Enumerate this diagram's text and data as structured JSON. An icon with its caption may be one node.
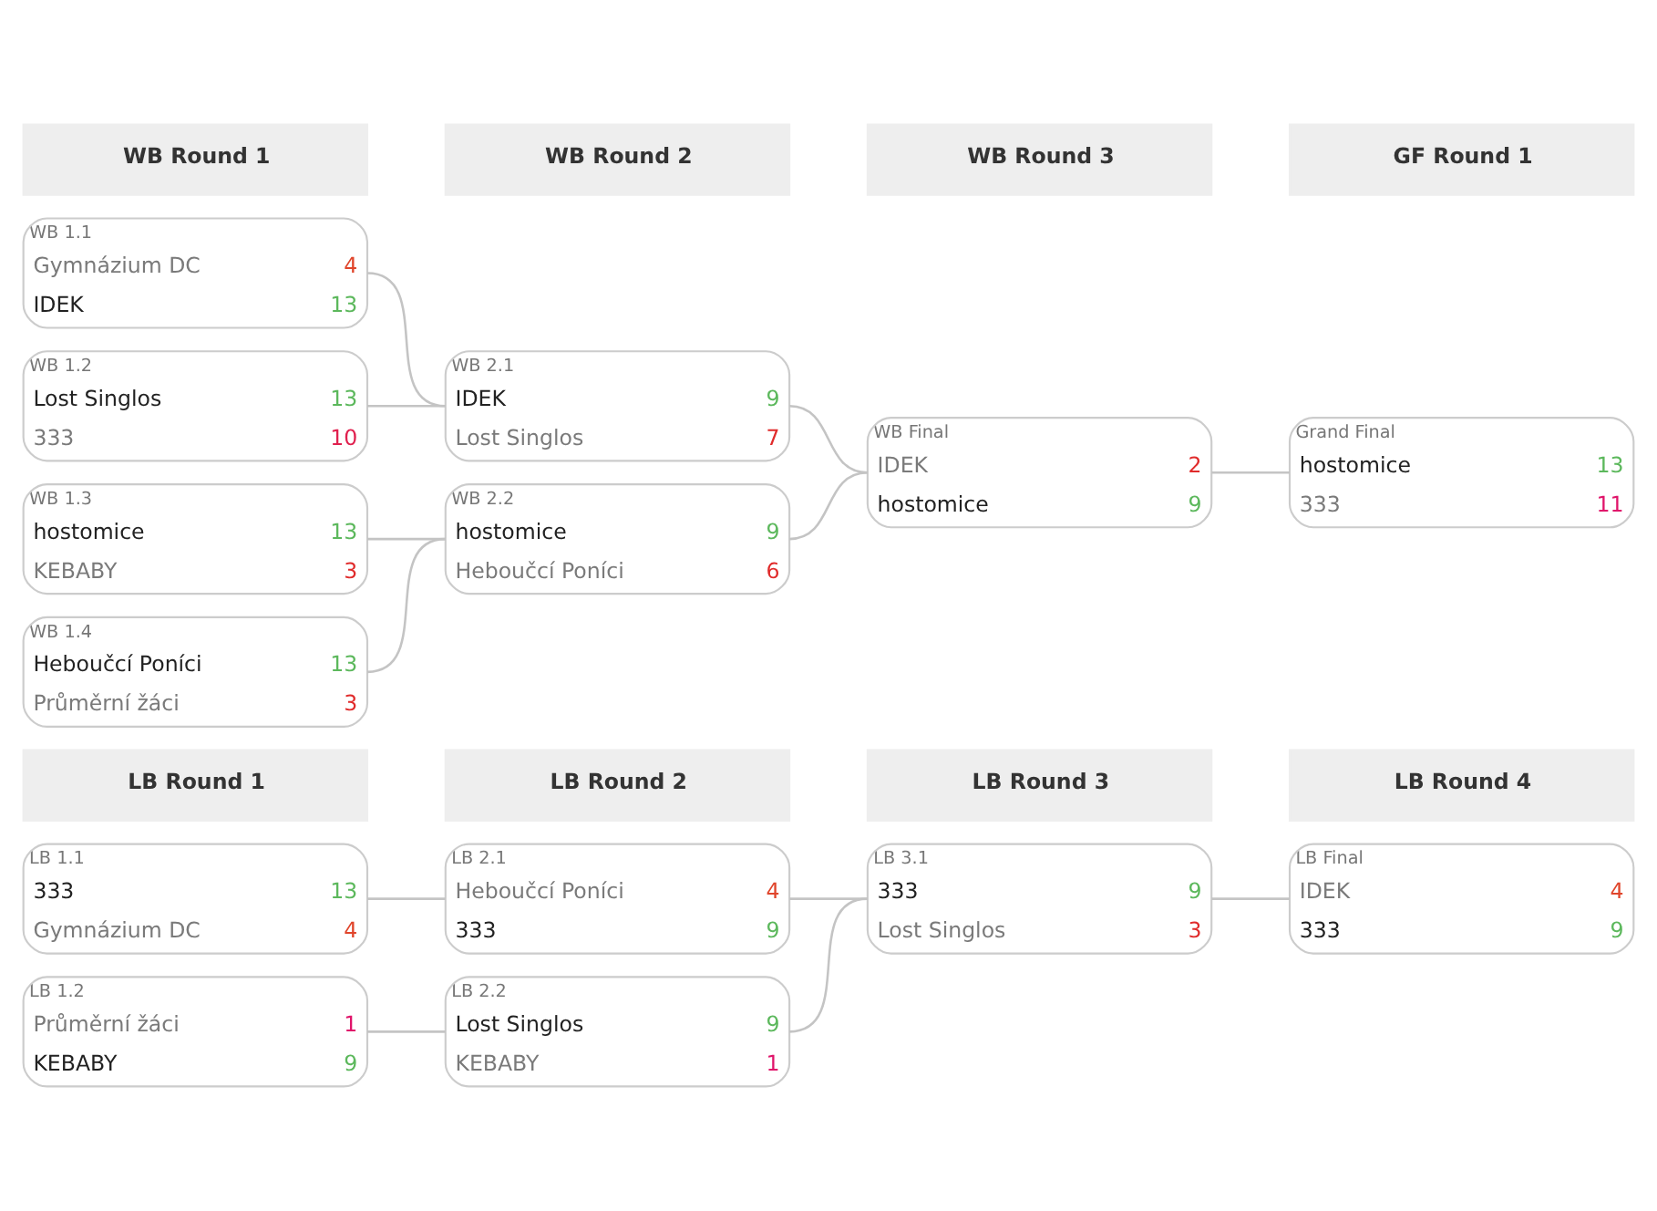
{
  "diagram": {
    "nodes": [
      {
        "text": [
          "WB Round 1"
        ]
      },
      {
        "text": [
          "WB Round 2"
        ]
      },
      {
        "text": [
          "WB Round 3"
        ]
      },
      {
        "text": [
          "GF Round 1"
        ]
      },
      {
        "text": [
          "WB 1.1",
          "Gymnázium DC",
          "4",
          "IDEK",
          "13"
        ]
      },
      {
        "text": [
          "WB 1.2",
          "Lost Singlos",
          "13",
          "333",
          "10"
        ]
      },
      {
        "text": [
          "WB 1.3",
          "hostomice",
          "13",
          "KEBABY",
          "3"
        ]
      },
      {
        "text": [
          "WB 1.4",
          "Heboučcí Poníci",
          "13",
          "Průměrní žáci",
          "3"
        ]
      },
      {
        "text": [
          "WB 2.1",
          "IDEK",
          "9",
          "Lost Singlos",
          "7"
        ]
      },
      {
        "text": [
          "WB 2.2",
          "hostomice",
          "9",
          "Heboučcí Poníci",
          "6"
        ]
      },
      {
        "text": [
          "WB Final",
          "IDEK",
          "2",
          "hostomice",
          "9"
        ]
      },
      {
        "text": [
          "Grand Final",
          "hostomice",
          "13",
          "333",
          "11"
        ]
      },
      {
        "text": [
          "LB Round 1"
        ]
      },
      {
        "text": [
          "LB Round 2"
        ]
      },
      {
        "text": [
          "LB Round 3"
        ]
      },
      {
        "text": [
          "LB Round 4"
        ]
      },
      {
        "text": [
          "LB 1.1",
          "333",
          "13",
          "Gymnázium DC",
          "4"
        ]
      },
      {
        "text": [
          "LB 1.2",
          "Průměrní žáci",
          "1",
          "KEBABY",
          "9"
        ]
      },
      {
        "text": [
          "LB 2.1",
          "Heboučcí Poníci",
          "4",
          "333",
          "9"
        ]
      },
      {
        "text": [
          "LB 2.2",
          "Lost Singlos",
          "9",
          "KEBABY",
          "1"
        ]
      },
      {
        "text": [
          "LB 3.1",
          "333",
          "9",
          "Lost Singlos",
          "3"
        ]
      },
      {
        "text": [
          "LB Final",
          "IDEK",
          "4",
          "333",
          "9"
        ]
      }
    ],
    "edges": [
      {
        "from": 4,
        "to": 8,
        "arrow": "none"
      },
      {
        "from": 5,
        "to": 8,
        "arrow": "none"
      },
      {
        "from": 6,
        "to": 9,
        "arrow": "none"
      },
      {
        "from": 7,
        "to": 9,
        "arrow": "none"
      },
      {
        "from": 8,
        "to": 10,
        "arrow": "none"
      },
      {
        "from": 9,
        "to": 10,
        "arrow": "none"
      },
      {
        "from": 10,
        "to": 11,
        "arrow": "none"
      },
      {
        "from": 16,
        "to": 18,
        "arrow": "none"
      },
      {
        "from": 17,
        "to": 19,
        "arrow": "none"
      },
      {
        "from": 18,
        "to": 20,
        "arrow": "none"
      },
      {
        "from": 19,
        "to": 20,
        "arrow": "none"
      },
      {
        "from": 20,
        "to": 21,
        "arrow": "none"
      }
    ]
  }
}
